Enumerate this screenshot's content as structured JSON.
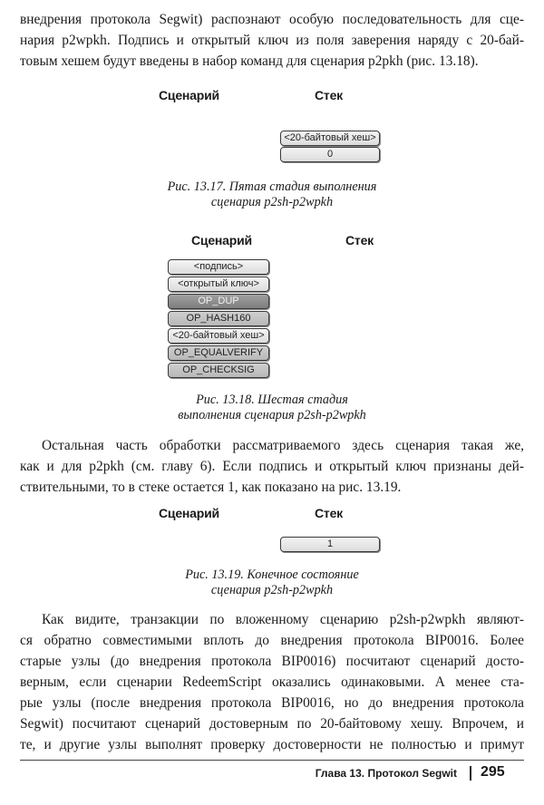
{
  "paragraphs": {
    "p1": [
      "внедрения протокола Segwit) распознают особую последовательность для сце-",
      "нария p2wpkh. Подпись и открытый ключ из поля заверения наряду с 20-бай-",
      "товым хешем будут введены в набор команд для сценария p2pkh (рис. 13.18)."
    ],
    "p2": [
      "Остальная часть обработки рассматриваемого здесь сценария такая же,",
      "как и для p2pkh (см. главу 6). Если подпись и открытый ключ признаны дей-",
      "ствительными, то в стеке остается 1, как показано на рис. 13.19."
    ],
    "p3": [
      "Как видите, транзакции по вложенному сценарию p2sh-p2wpkh являют-",
      "ся обратно совместимыми вплоть до внедрения протокола BIP0016. Более",
      "старые узлы (до внедрения протокола BIP0016) посчитают сценарий досто-",
      "верным, если сценарии RedeemScript оказались одинаковыми. А менее ста-",
      "рые узлы (после внедрения протокола BIP0016, но до внедрения протокола",
      "Segwit) посчитают сценарий достоверным по 20-байтовому хешу. Впрочем, и",
      "те, и другие узлы выполнят проверку достоверности не полностью и примут"
    ]
  },
  "fig17": {
    "script_label": "Сценарий",
    "stack_label": "Стек",
    "stack": [
      "<20-байтовый хеш>",
      "0"
    ],
    "caption": [
      "Рис. 13.17. Пятая стадия выполнения",
      "сценария p2sh-p2wpkh"
    ]
  },
  "fig18": {
    "script_label": "Сценарий",
    "stack_label": "Стек",
    "script": [
      "<подпись>",
      "<открытый ключ>",
      "OP_DUP",
      "OP_HASH160",
      "<20-байтовый хеш>",
      "OP_EQUALVERIFY",
      "OP_CHECKSIG"
    ],
    "caption": [
      "Рис. 13.18. Шестая стадия",
      "выполнения сценария p2sh-p2wpkh"
    ]
  },
  "fig19": {
    "script_label": "Сценарий",
    "stack_label": "Стек",
    "stack": [
      "1"
    ],
    "caption": [
      "Рис. 13.19. Конечное состояние",
      "сценария p2sh-p2wpkh"
    ]
  },
  "footer": {
    "chapter": "Глава 13. Протокол Segwit",
    "page": "295"
  },
  "colors": {
    "text": "#1a1a1a",
    "pill_light": "#e8e8e8",
    "pill_dark": "#8c8c8c",
    "pill_border": "#3a3a3a"
  }
}
